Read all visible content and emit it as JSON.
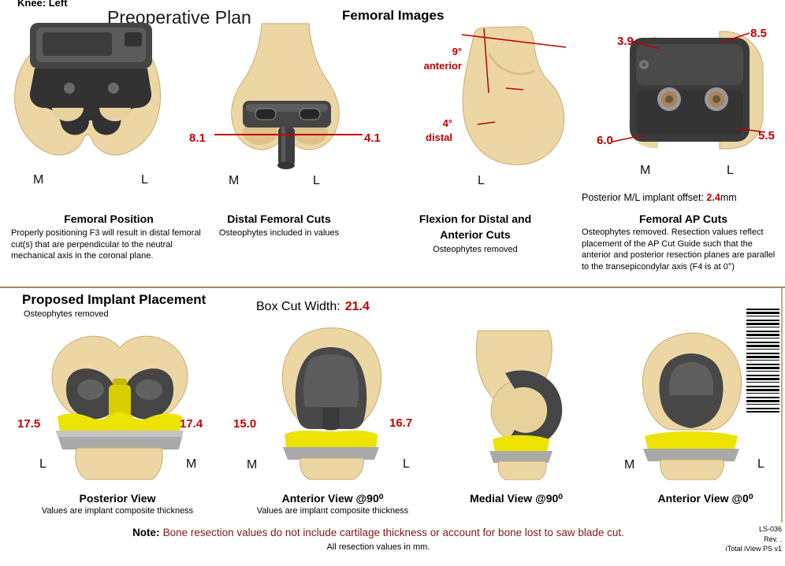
{
  "colors": {
    "accent_red": "#c00000",
    "bone": "#ecd7a4",
    "implant_dark": "#474747",
    "insert_yellow": "#ece300",
    "tray_gray": "#a9a9a9",
    "divider_brown": "#b08863"
  },
  "header": {
    "knee_label": "Knee: Left",
    "title": "Preoperative Plan",
    "femoral_images_title": "Femoral Images"
  },
  "femoral_position": {
    "label_m": "M",
    "label_l": "L",
    "caption": "Femoral Position",
    "description": "Properly positioning F3 will result in distal femoral cut(s) that are perpendicular to the neutral mechanical axis in the coronal plane."
  },
  "distal_femoral_cuts": {
    "value_medial": "8.1",
    "value_lateral": "4.1",
    "label_m": "M",
    "label_l": "L",
    "caption": "Distal Femoral Cuts",
    "subcaption": "Osteophytes included in values"
  },
  "flexion_cuts": {
    "anterior_angle": "9°",
    "anterior_word": "anterior",
    "distal_angle": "4°",
    "distal_word": "distal",
    "label_l": "L",
    "caption_line1": "Flexion for Distal and",
    "caption_line2": "Anterior Cuts",
    "subcaption": "Osteophytes removed"
  },
  "femoral_ap_cuts": {
    "value_top_m": "3.9",
    "value_top_l": "8.5",
    "value_bottom_m": "6.0",
    "value_bottom_l": "5.5",
    "label_m": "M",
    "label_l": "L",
    "offset_label": "Posterior M/L implant offset:",
    "offset_value": "2.4",
    "offset_unit": "mm",
    "caption": "Femoral AP Cuts",
    "description": "Osteophytes removed. Resection values reflect placement of the AP Cut Guide such that the anterior and posterior resection planes are parallel to the transepicondylar axis (F4 is at 0°)"
  },
  "implant_section": {
    "title": "Proposed Implant Placement",
    "subtitle": "Osteophytes removed",
    "box_cut_label": "Box Cut Width:",
    "box_cut_value": "21.4"
  },
  "posterior_view": {
    "value_lateral": "17.5",
    "value_medial": "17.4",
    "label_left": "L",
    "label_right": "M",
    "caption": "Posterior View",
    "subcaption": "Values are implant composite thickness"
  },
  "anterior_view_90": {
    "value_medial": "15.0",
    "value_lateral": "16.7",
    "label_left": "M",
    "label_right": "L",
    "caption": "Anterior View @90⁰",
    "subcaption": "Values are implant composite thickness"
  },
  "medial_view_90": {
    "caption": "Medial View @90⁰"
  },
  "anterior_view_0": {
    "label_left": "M",
    "label_right": "L",
    "caption": "Anterior View @0⁰"
  },
  "footer": {
    "note_label": "Note:",
    "note_text": "Bone resection values do not include cartilage thickness or account for bone lost to saw blade cut.",
    "subnote": "All resection values in mm.",
    "doc_lines": [
      "LS-036",
      "Rev. .",
      "iTotal iView PS v1"
    ]
  }
}
